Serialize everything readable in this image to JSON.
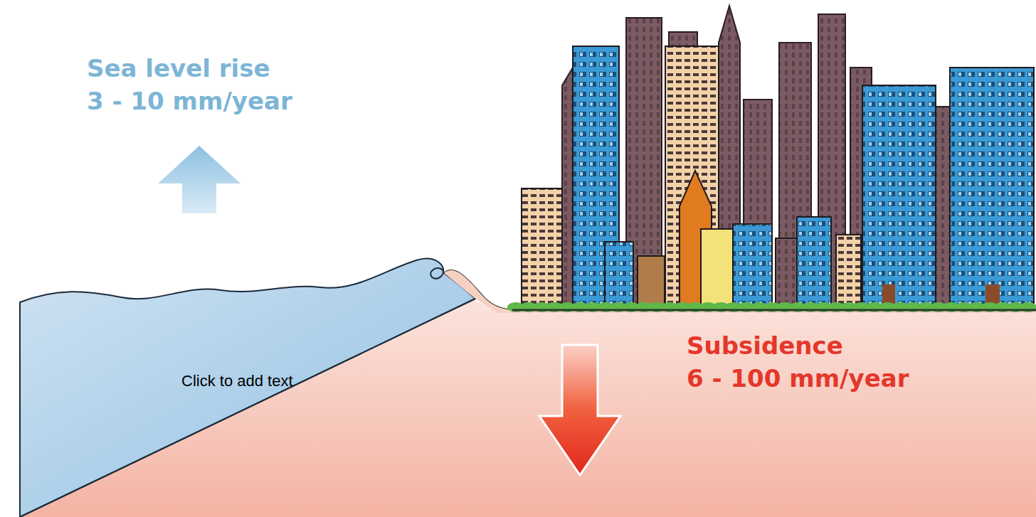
{
  "diagram": {
    "labels": [
      "Sea level rise",
      "3 - 10 mm/year",
      "Subsidence",
      "6 - 100 mm/year",
      "Click to add text"
    ]
  }
}
